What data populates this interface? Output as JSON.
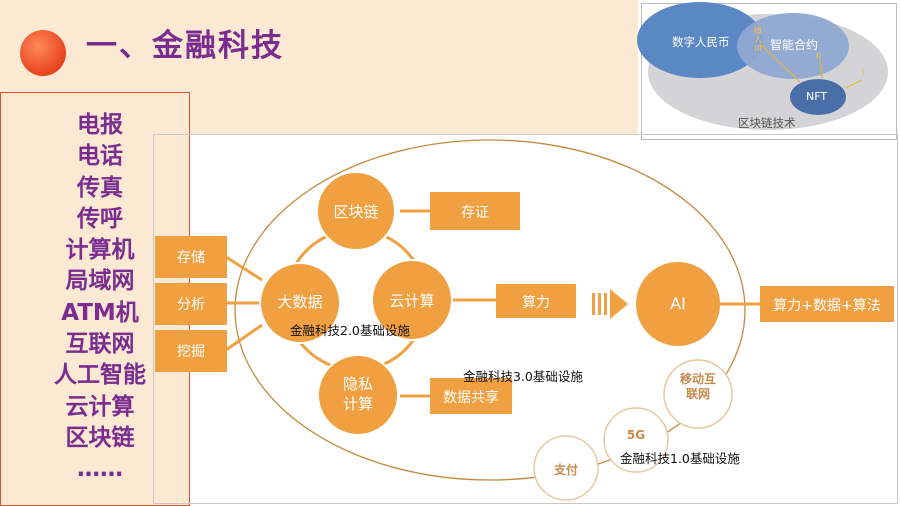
{
  "slide": {
    "title": "一、金融科技",
    "left_list": [
      "电报",
      "电话",
      "传真",
      "传呼",
      "计算机",
      "局域网",
      "ATM机",
      "互联网",
      "人工智能",
      "云计算",
      "区块链",
      "……"
    ]
  },
  "venn": {
    "outer_label": "区块链技术",
    "big_label": "数字人民币",
    "mid_label": "智能合约",
    "small_label": "NFT",
    "overlap_label": "植入III",
    "roman_ii": "II",
    "roman_i": "I"
  },
  "diagram": {
    "left_boxes": [
      "存储",
      "分析",
      "挖掘"
    ],
    "hub_circles": {
      "blockchain": "区块链",
      "bigdata": "大数据",
      "cloud": "云计算",
      "privacy": "隐私计算"
    },
    "right_boxes": {
      "evidence": "存证",
      "compute": "算力",
      "datashare": "数据共享"
    },
    "ai_label": "AI",
    "ai_box": "算力+数据+算法",
    "infra_labels": {
      "v2": "金融科技2.0基础设施",
      "v3": "金融科技3.0基础设施",
      "v1": "金融科技1.0基础设施"
    },
    "small_circles": {
      "mobile": "移动互联网",
      "fiveg": "5G",
      "payment": "支付"
    }
  },
  "colors": {
    "accent_orange": "#f0a040",
    "title_purple": "#7a2d8f",
    "panel_peach": "#fbe9d3",
    "venn_blue": "#5b87c5"
  }
}
